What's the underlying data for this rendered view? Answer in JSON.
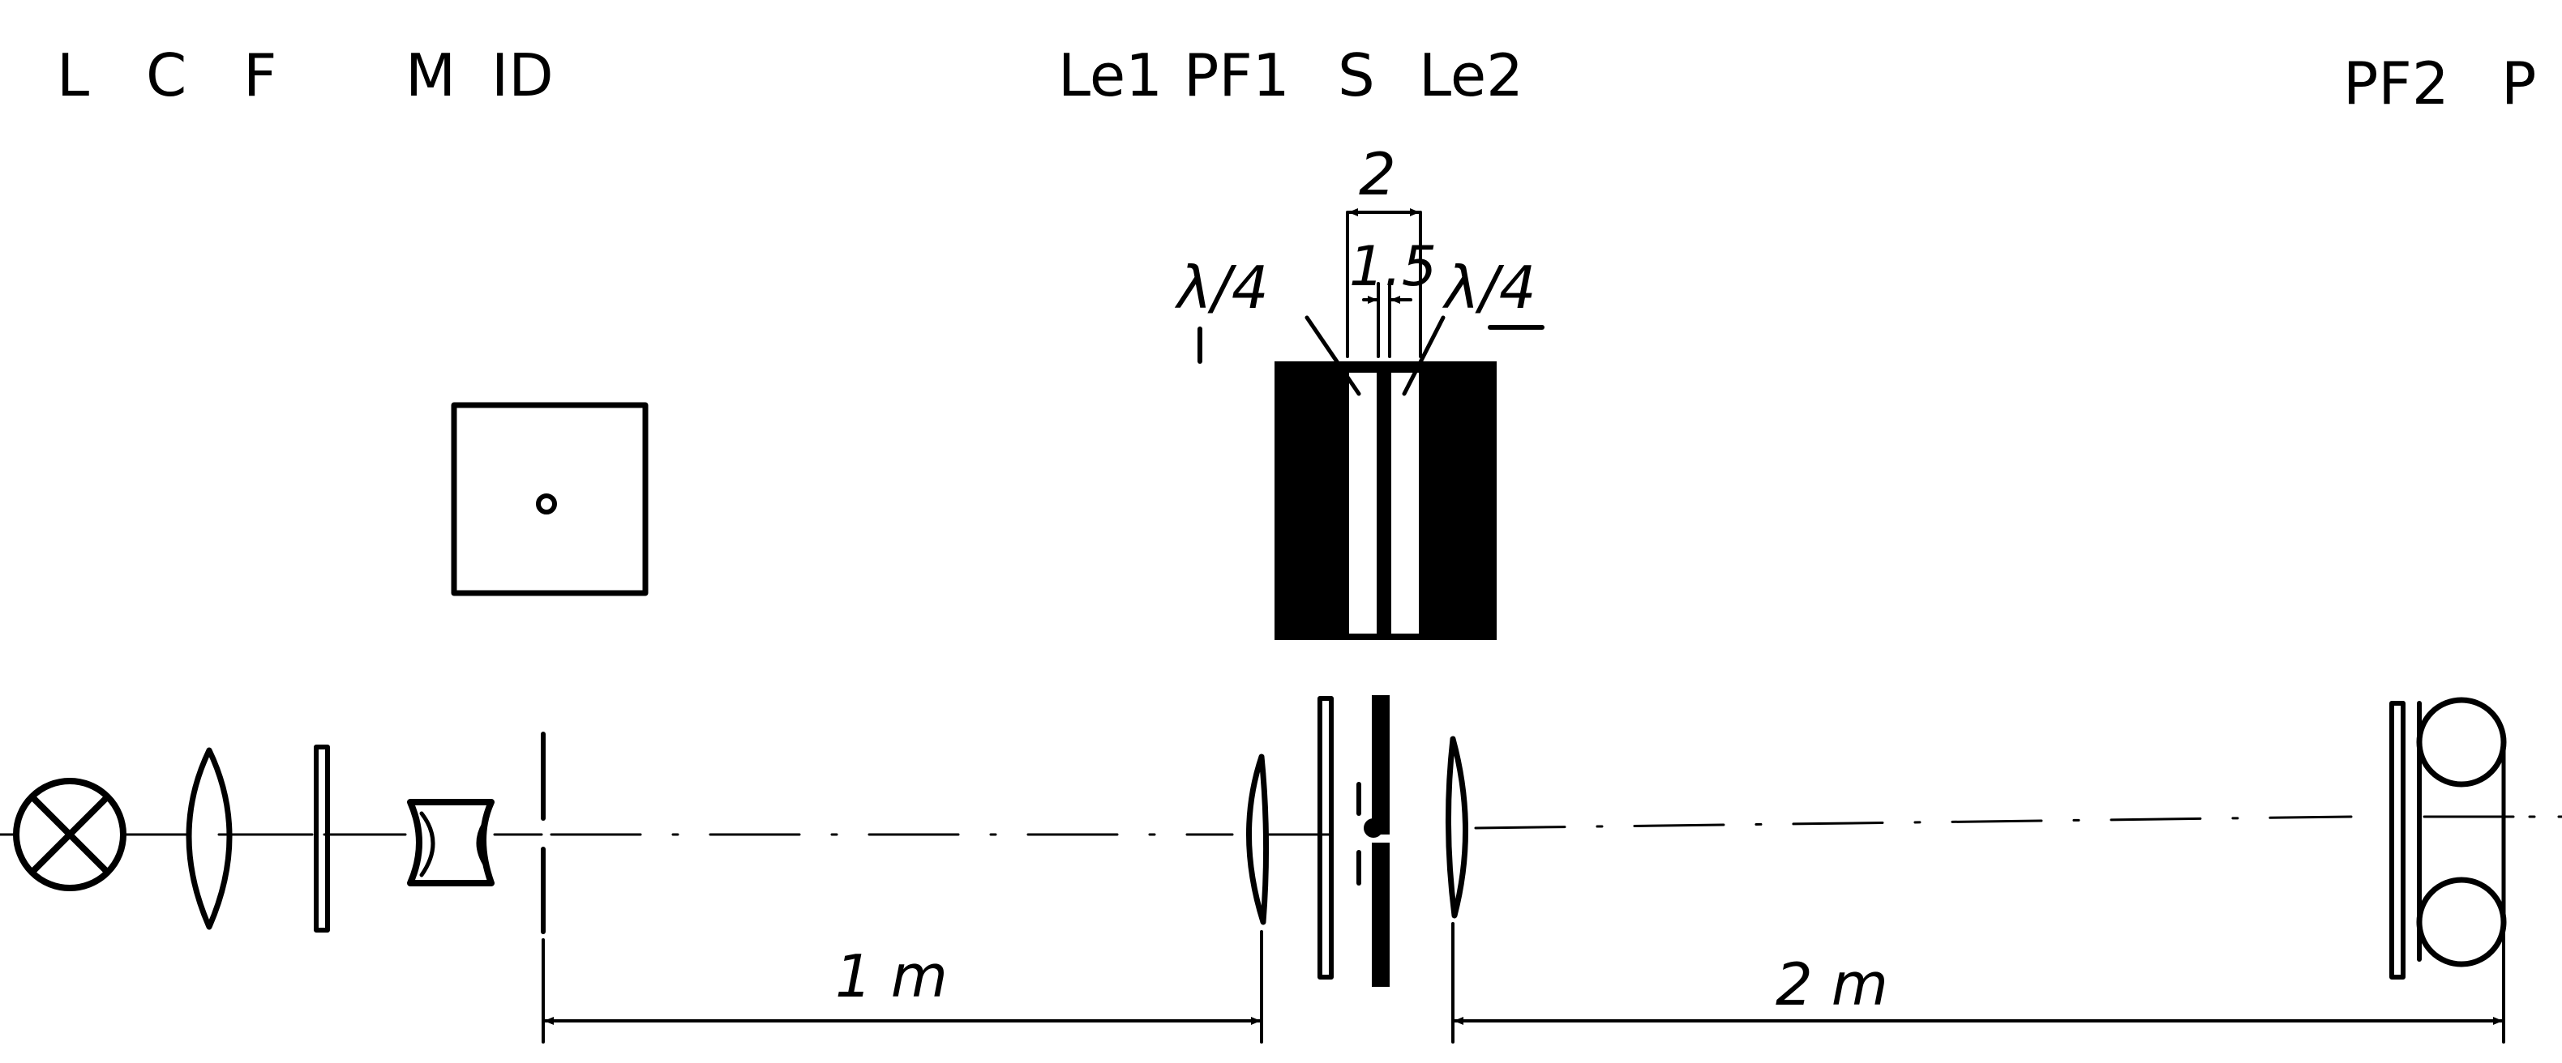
{
  "labels": {
    "L": "L",
    "C": "C",
    "F": "F",
    "M": "M",
    "ID": "ID",
    "Le1": "Le1",
    "PF1": "PF1",
    "S": "S",
    "Le2": "Le2",
    "PF2": "PF2",
    "P": "P"
  },
  "inset": {
    "gap_outer": "2",
    "gap_inner": "1.5",
    "plate_left": "λ/4",
    "plate_right": "λ/4"
  },
  "distances": {
    "first": "1 m",
    "second": "2 m"
  }
}
